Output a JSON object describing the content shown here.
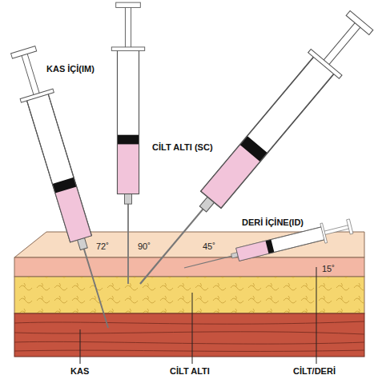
{
  "diagram": {
    "labels": [
      "KAS İÇİ(IM)",
      "CİLT ALTI (SC)",
      "DERİ İÇİNE(ID)",
      "72˚",
      "90˚",
      "45˚",
      "15˚",
      "KAS",
      "CİLT ALTI",
      "CİLT/DERİ"
    ]
  }
}
